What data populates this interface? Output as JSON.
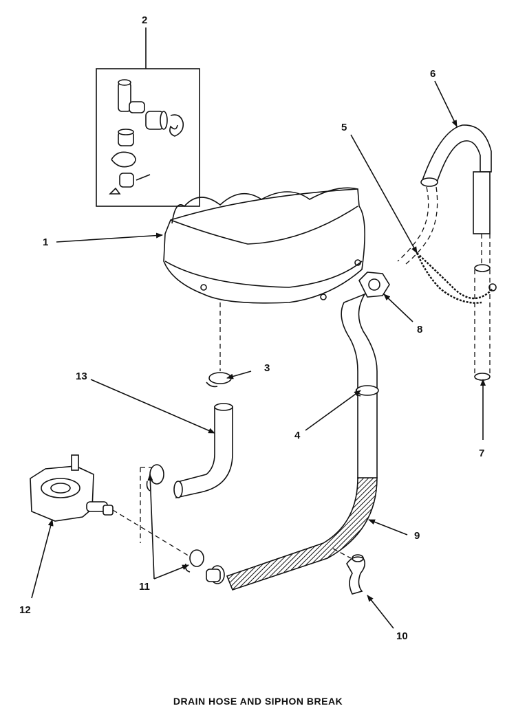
{
  "title": "DRAIN HOSE AND SIPHON BREAK",
  "callouts": [
    {
      "id": "c1",
      "text": "1"
    },
    {
      "id": "c2",
      "text": "2"
    },
    {
      "id": "c3",
      "text": "3"
    },
    {
      "id": "c4",
      "text": "4"
    },
    {
      "id": "c5",
      "text": "5"
    },
    {
      "id": "c6",
      "text": "6"
    },
    {
      "id": "c7",
      "text": "7"
    },
    {
      "id": "c8",
      "text": "8"
    },
    {
      "id": "c9",
      "text": "9"
    },
    {
      "id": "c10",
      "text": "10"
    },
    {
      "id": "c11",
      "text": "11"
    },
    {
      "id": "c12",
      "text": "12"
    },
    {
      "id": "c13",
      "text": "13"
    }
  ]
}
